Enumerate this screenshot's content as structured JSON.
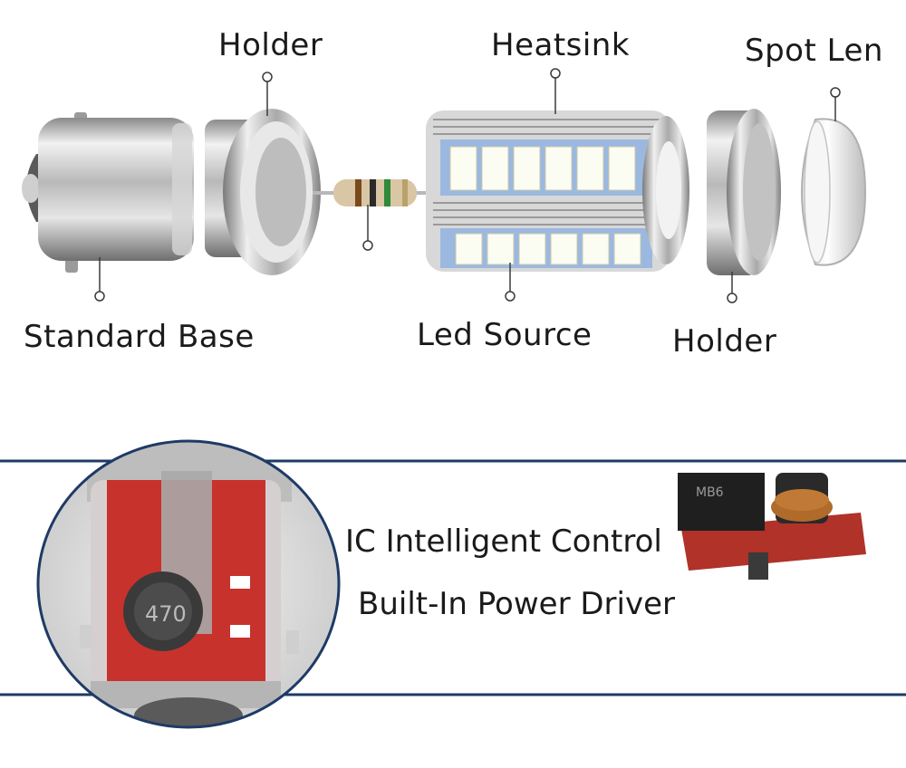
{
  "labels": {
    "holder_left": "Holder",
    "heatsink": "Heatsink",
    "spot_len": "Spot Len",
    "standard_base": "Standard Base",
    "led_source": "Led Source",
    "holder_right": "Holder"
  },
  "features": {
    "ic_control": "IC Intelligent Control",
    "power_driver": "Built-In Power Driver"
  },
  "inset": {
    "inductor_marking": "470",
    "chip_marking": "MB6"
  },
  "colors": {
    "band_line": "#1e3a66",
    "pcb_red": "#c8322c",
    "led_white": "#fbfcf2",
    "led_frame": "#9bb8e0"
  }
}
